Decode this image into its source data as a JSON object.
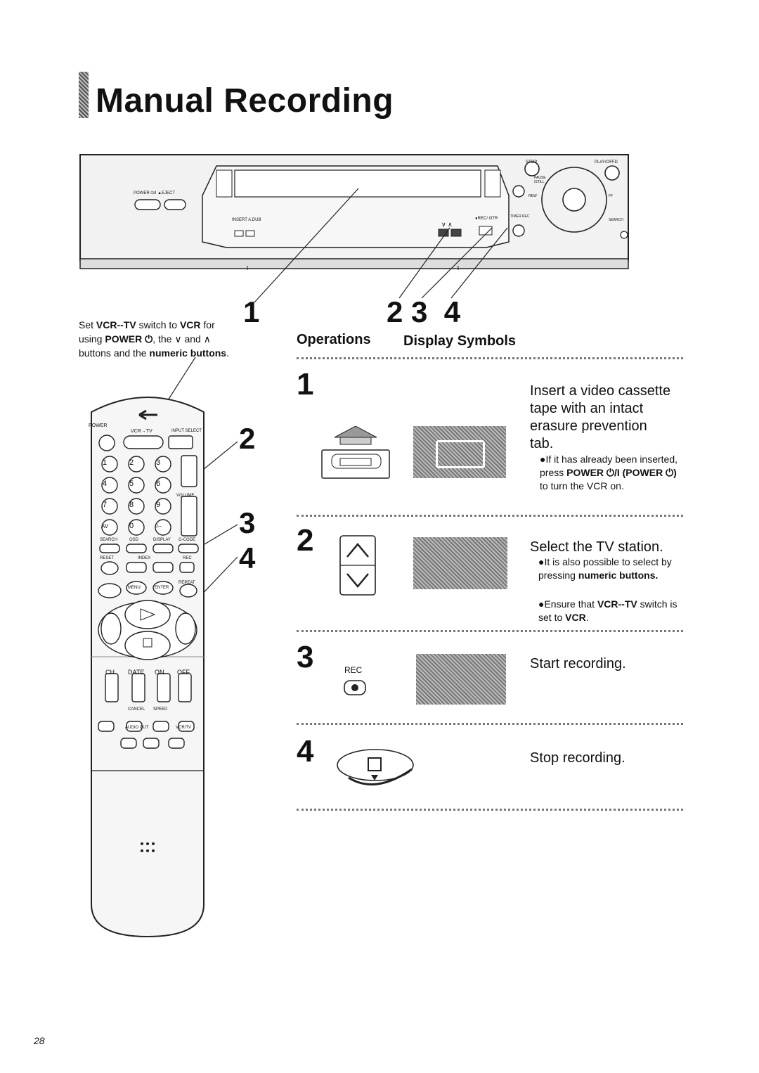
{
  "title": "Manual Recording",
  "vcr_labels": {
    "power_eject": "POWER ⏻/I  ▲EJECT",
    "insert_adub": "INSERT A.DUB",
    "rec_otr": "●REC/ OTR",
    "stop": "STOP",
    "play_ff": "PLAY/OFFD",
    "pause": "PAUSE /STILL",
    "rew": "REW",
    "ff": "FF",
    "timer_rec": "TIMER REC",
    "search": "SEARCH",
    "down_up": "∨ ∧"
  },
  "callouts": {
    "one": "1",
    "two_three_four": "2 3  4",
    "remote_two": "2",
    "remote_three": "3",
    "remote_four": "4"
  },
  "set_note": {
    "line1_a": "Set ",
    "line1_b": "VCR--TV",
    "line1_c": " switch to ",
    "line1_d": "VCR",
    "line1_e": " for",
    "line2_a": "using ",
    "line2_b": "POWER ⏻",
    "line2_c": ", the ∨ and ∧",
    "line3_a": "buttons and the ",
    "line3_b": "numeric buttons",
    "line3_c": "."
  },
  "headers": {
    "operations": "Operations",
    "display_symbols": "Display Symbols"
  },
  "remote_labels": {
    "power": "POWER",
    "vcr_tv": "VCR→TV",
    "input_select": "INPUT SELECT",
    "volume": "VOLUME",
    "search": "SEARCH",
    "osd": "OSD",
    "display": "DISPLAY",
    "g_code": "G-CODE",
    "reset": "RESET",
    "index": "INDEX",
    "rec": "REC",
    "menu": "MENU",
    "enter": "ENTER",
    "repeat": "REPEAT",
    "ch": "CH",
    "date": "DATE",
    "on": "ON",
    "off": "OFF",
    "cancel": "CANCEL",
    "speed": "SPEED",
    "audio_out": "AUDIO OUT",
    "vcr_tv2": "VCR/TV",
    "numbers": [
      "1",
      "2",
      "3",
      "4",
      "5",
      "6",
      "7",
      "8",
      "9",
      "AV",
      "0",
      "-/--"
    ]
  },
  "steps": [
    {
      "num": "1",
      "main": "Insert a video cassette tape with an intact erasure prevention tab.",
      "main_lines": [
        "Insert a video cassette",
        "tape with an intact",
        "erasure prevention",
        "tab."
      ],
      "note_a": "●If it has already been inserted, press ",
      "note_b": "POWER ⏻/I (POWER ⏻)",
      "note_c": " to turn the VCR on."
    },
    {
      "num": "2",
      "main": "Select the TV station.",
      "note1_a": "●It is also possible to select by pressing ",
      "note1_b": "numeric buttons.",
      "note2_a": "●Ensure that ",
      "note2_b": "VCR--TV",
      "note2_c": " switch is set to ",
      "note2_d": "VCR",
      "note2_e": "."
    },
    {
      "num": "3",
      "main": "Start recording.",
      "rec_label": "REC"
    },
    {
      "num": "4",
      "main": "Stop recording."
    }
  ],
  "page_number": "28",
  "icons": [
    "cassette-insert-icon",
    "cassette-display-icon",
    "channel-up-down-icon",
    "rec-button-icon",
    "stop-button-icon"
  ]
}
